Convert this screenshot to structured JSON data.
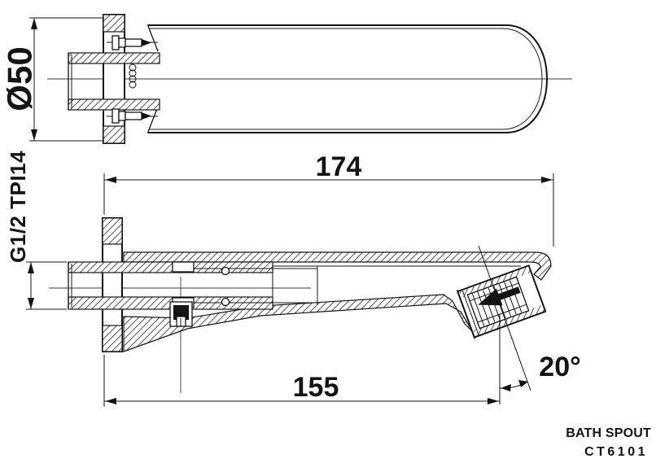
{
  "drawing": {
    "title": "BATH SPOUT",
    "model": "CT6101",
    "dimensions": {
      "flange_diameter": "Ø50",
      "total_length": "174",
      "spout_reach": "155",
      "inlet_thread": "G1/2 TPI14",
      "outlet_angle": "20°"
    },
    "colors": {
      "line": "#141414",
      "background": "#ffffff"
    }
  }
}
